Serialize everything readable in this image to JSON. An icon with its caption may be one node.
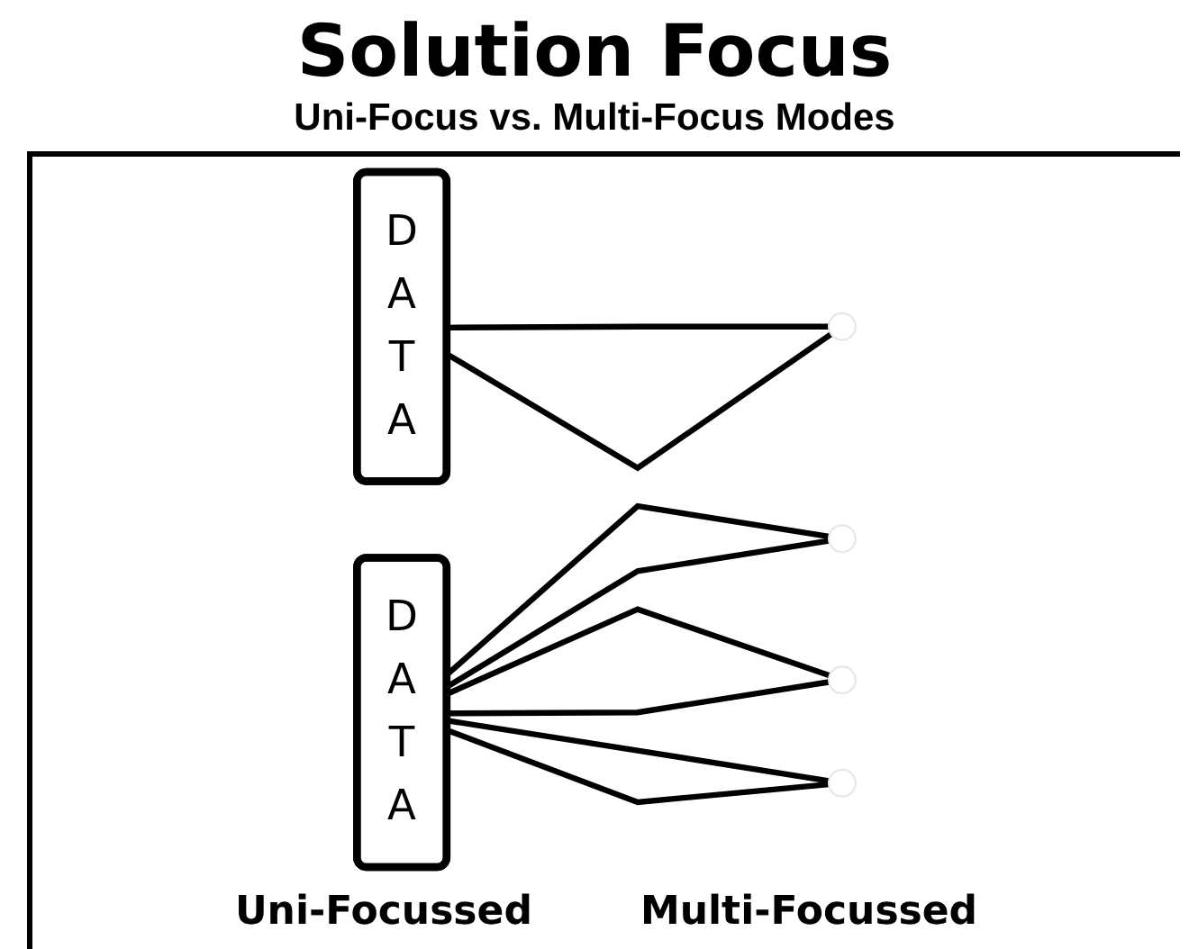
{
  "diagram": {
    "title": "Solution Focus",
    "nodes": [
      {
        "text": [
          "D A T A"
        ]
      },
      {
        "text": [],
        "shape": "circle"
      },
      {
        "text": [
          "D A T A"
        ]
      },
      {
        "text": [],
        "shape": "circle"
      },
      {
        "text": [],
        "shape": "circle"
      },
      {
        "text": [],
        "shape": "circle"
      }
    ],
    "edges": [
      {
        "from": 0,
        "to": 1,
        "arrow": "none"
      },
      {
        "from": 0,
        "to": 1,
        "arrow": "none"
      },
      {
        "from": 2,
        "to": 3,
        "arrow": "none"
      },
      {
        "from": 2,
        "to": 4,
        "arrow": "none"
      },
      {
        "from": 2,
        "to": 5,
        "arrow": "none"
      },
      {
        "from": 2,
        "to": 3,
        "arrow": "none"
      },
      {
        "from": 2,
        "to": 4,
        "arrow": "none"
      },
      {
        "from": 2,
        "to": 5,
        "arrow": "none"
      }
    ],
    "labels": [
      "Uni-Focus vs. Multi-Focus Modes",
      "Uni-Focussed",
      "Multi-Focussed"
    ]
  }
}
